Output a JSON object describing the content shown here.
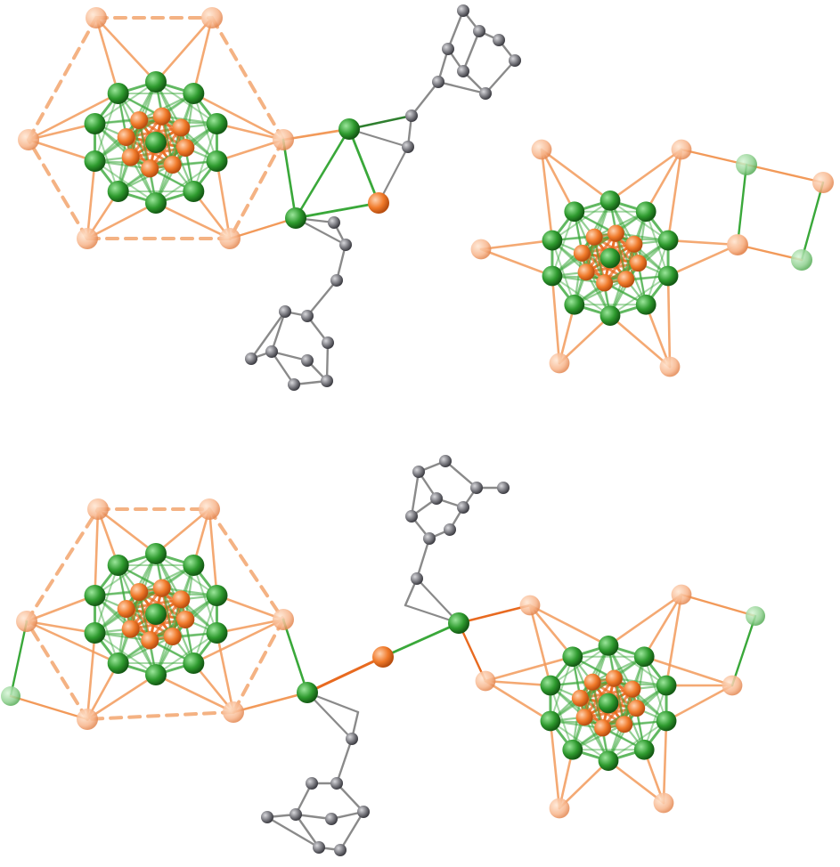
{
  "figure": {
    "title": "",
    "panels": [
      {
        "id": "top",
        "description_visible_text": "",
        "fragments": [
          "cluster-left",
          "ligand-bridge",
          "cluster-right"
        ]
      },
      {
        "id": "bottom",
        "description_visible_text": "",
        "fragments": [
          "cluster-left",
          "ligand-bridge",
          "cluster-right"
        ]
      }
    ]
  },
  "colors": {
    "orange_atom": "#f07a2a",
    "orange_atom_light": "#f7b48a",
    "green_atom": "#2e9a2e",
    "green_atom_light": "#8fd08f",
    "carbon_atom": "#7a7a80",
    "bond_orange": "#f29a5a",
    "bond_green": "#3aa83a",
    "bond_gray": "#8a8a8a",
    "dashed_orange": "#f4b283",
    "background": "#ffffff"
  },
  "atom_types": [
    "orange-metal",
    "green-metal",
    "carbon"
  ]
}
